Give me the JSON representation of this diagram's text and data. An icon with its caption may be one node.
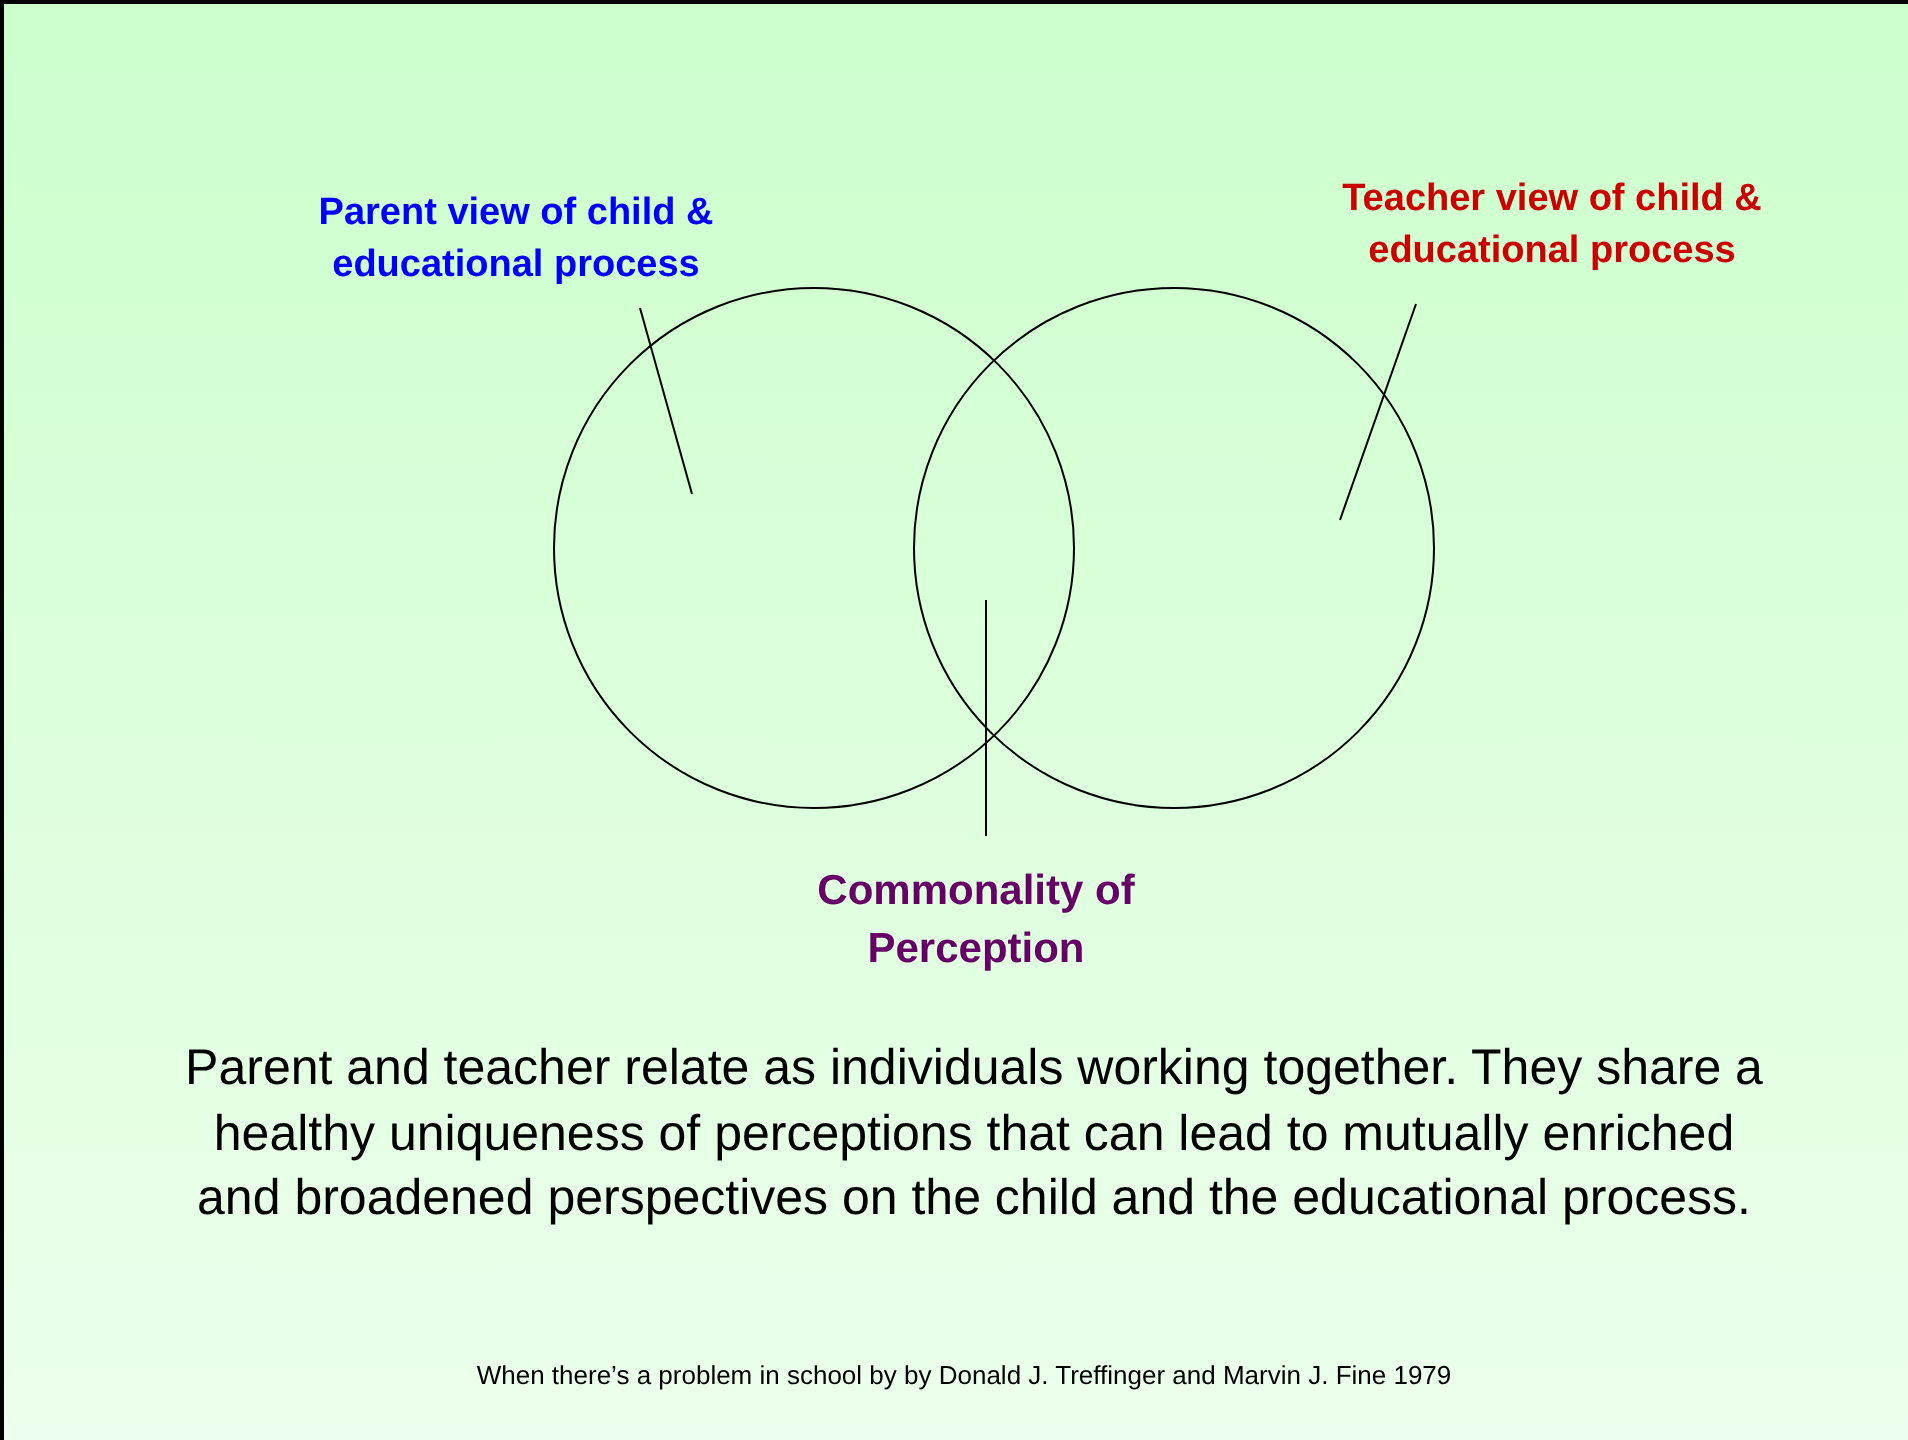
{
  "diagram": {
    "nodes": [
      {
        "text": [
          "Parent view of child & educational process"
        ]
      },
      {
        "text": [],
        "shape": "circle"
      },
      {
        "text": [
          "Teacher view of child & educational process"
        ]
      },
      {
        "text": [],
        "shape": "circle"
      },
      {
        "text": [
          "Commonality of Perception"
        ]
      }
    ],
    "edges": [
      {
        "from": 0,
        "to": 1,
        "arrow": "none"
      },
      {
        "from": 2,
        "to": 3,
        "arrow": "none"
      },
      {
        "from": 4,
        "to": 1,
        "arrow": "none"
      }
    ],
    "labels": [
      "Parent and teacher relate as individuals working together. They share a healthy uniqueness of perceptions that can lead to mutually enriched and broadened perspectives on the child and the educational process.",
      "When there’s a problem in school by by Donald J. Treffinger and Marvin J. Fine 1979"
    ]
  }
}
